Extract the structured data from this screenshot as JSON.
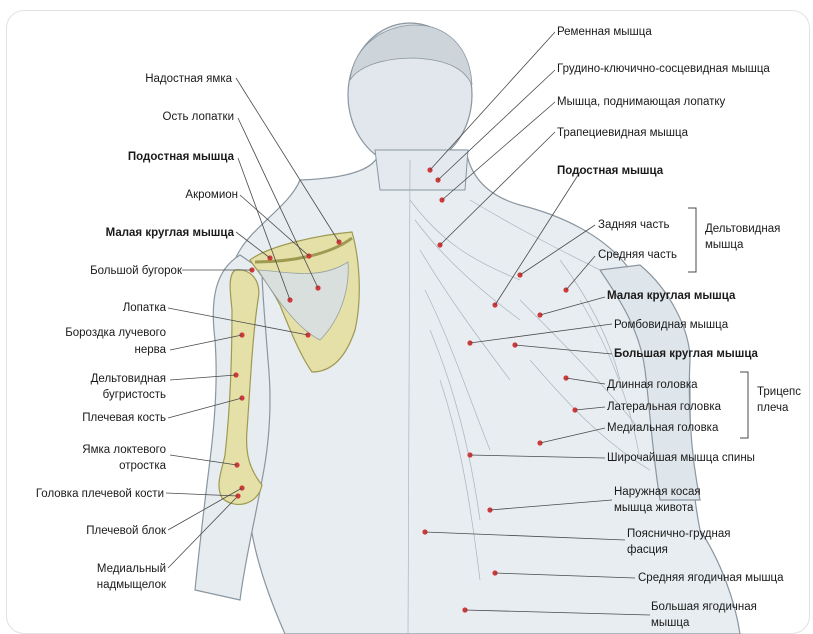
{
  "left_labels": {
    "nadostnaya_yamka": "Надостная ямка",
    "ost_lopatki": "Ость лопатки",
    "podostnaya": "Подостная мышца",
    "akromion": "Акромион",
    "malaya_kruglaya": "Малая круглая мышца",
    "bolshoy_bugorok": "Большой бугорок",
    "lopatka": "Лопатка",
    "borozdka_1": "Бороздка лучевого",
    "borozdka_2": "нерва",
    "deltovidnaya_bug_1": "Дельтовидная",
    "deltovidnaya_bug_2": "бугристость",
    "plechevaya_kost": "Плечевая кость",
    "yamka_1": "Ямка локтевого",
    "yamka_2": "отростка",
    "golovka": "Головка плечевой кости",
    "plechevoy_blok": "Плечевой блок",
    "medialny_1": "Медиальный",
    "medialny_2": "надмыщелок"
  },
  "right_labels": {
    "remennaya": "Ременная мышца",
    "grudino": "Грудино-ключично-сосцевидная мышца",
    "podnimayushaya": "Мышца, поднимающая лопатку",
    "trapecievidnaya": "Трапециевидная мышца",
    "podostnaya": "Подостная мышца",
    "zadnyaya": "Задняя часть",
    "srednyaya": "Средняя часть",
    "deltovidnaya_1": "Дельтовидная",
    "deltovidnaya_2": "мышца",
    "malaya_kruglaya": "Малая круглая мышца",
    "romboid": "Ромбовидная мышца",
    "bolshaya_kruglaya": "Большая круглая мышца",
    "dlinnaya": "Длинная головка",
    "lateralnaya": "Латеральная головка",
    "medialnaya": "Медиальная головка",
    "triceps_1": "Трицепс",
    "triceps_2": "плеча",
    "shirochayshaya": "Широчайшая мышца спины",
    "naruzhnaya_1": "Наружная косая",
    "naruzhnaya_2": "мышца живота",
    "poyasnichno_1": "Пояснично-грудная",
    "poyasnichno_2": "фасция",
    "srednyaya_yagod": "Средняя ягодичная мышца",
    "bolshaya_yagod_1": "Большая ягодичная",
    "bolshaya_yagod_2": "мышца"
  },
  "colors": {
    "skin": "#e9eef2",
    "muscle": "#d9e1e8",
    "outline": "#8a96a0",
    "bone": "#e2dfa6",
    "bone_edge": "#9e9a52",
    "marker": "#d23a3a",
    "leader": "#4a4a4a"
  }
}
